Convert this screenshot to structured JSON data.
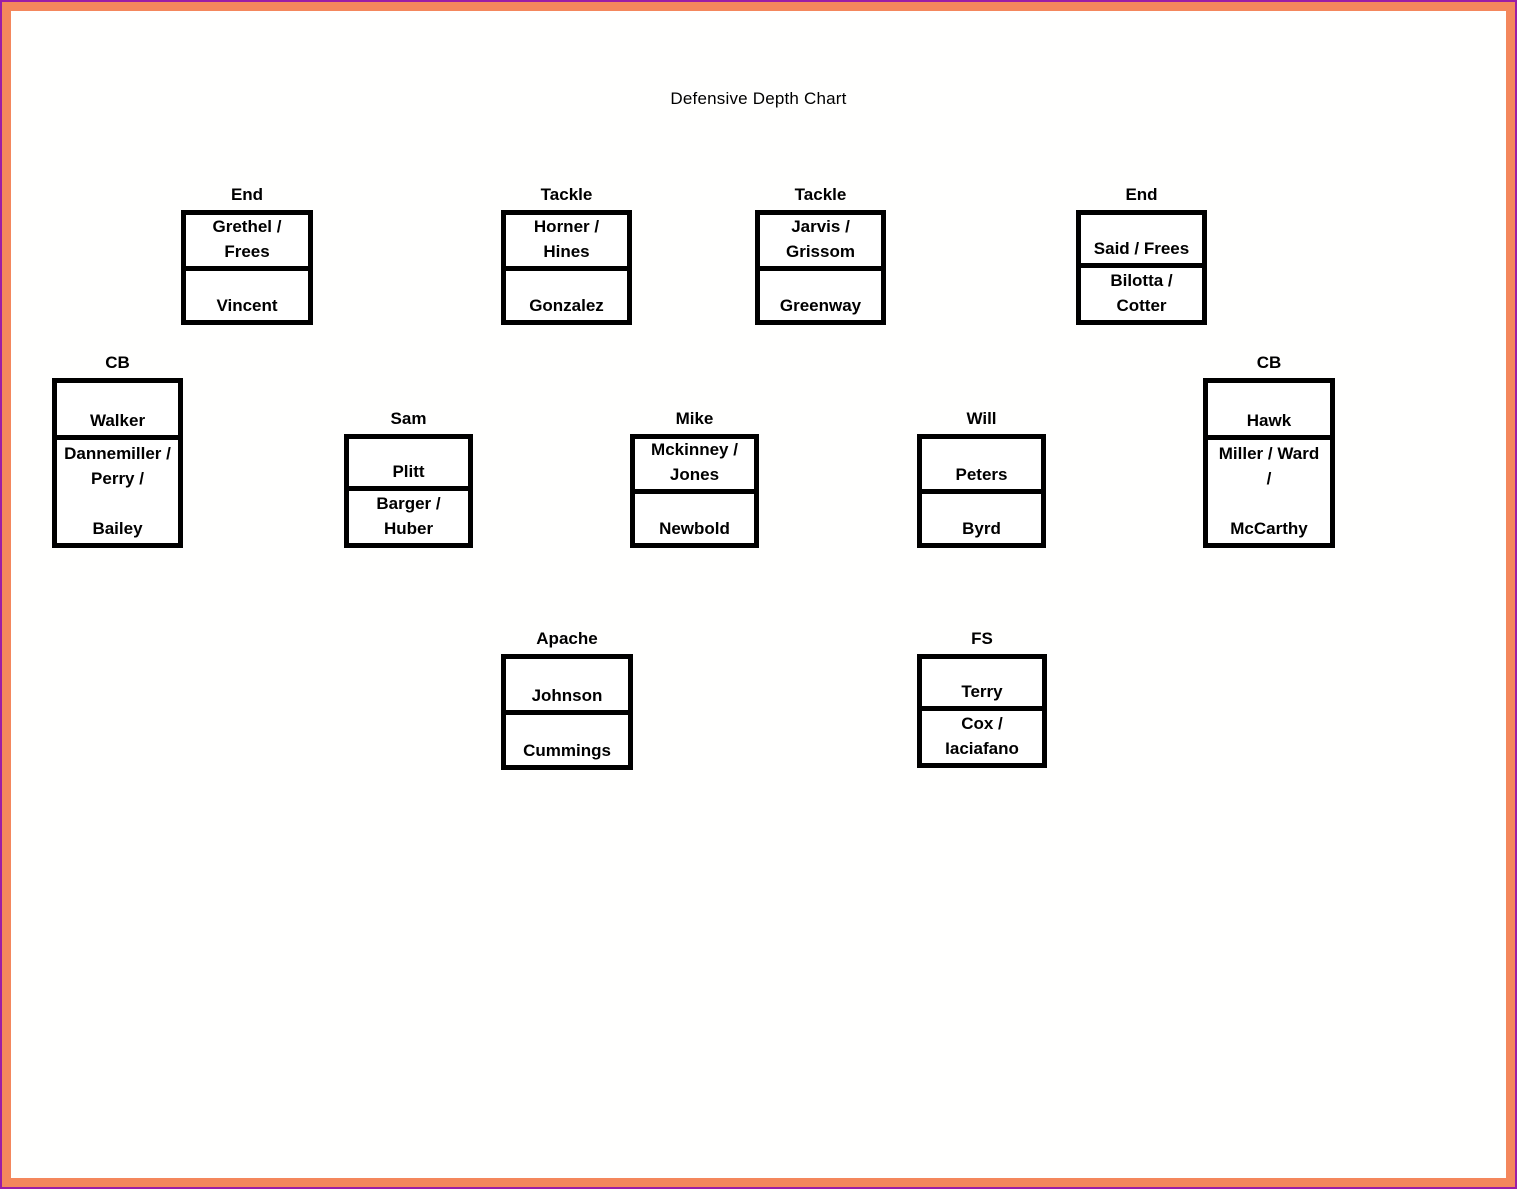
{
  "title": "Defensive Depth Chart",
  "colors": {
    "page_border_outer": "#9B1EA5",
    "page_border_inner": "#F4875C",
    "box_border": "#000000",
    "page_background": "#FFFFFF",
    "text": "#000000"
  },
  "positions": [
    {
      "id": "end-left",
      "label": "End",
      "starter_lines": [
        "Grethel /",
        "Frees"
      ],
      "backup_lines": [
        "Vincent"
      ]
    },
    {
      "id": "tackle-left",
      "label": "Tackle",
      "starter_lines": [
        "Horner /",
        "Hines"
      ],
      "backup_lines": [
        "Gonzalez"
      ]
    },
    {
      "id": "tackle-right",
      "label": "Tackle",
      "starter_lines": [
        "Jarvis /",
        "Grissom"
      ],
      "backup_lines": [
        "Greenway"
      ]
    },
    {
      "id": "end-right",
      "label": "End",
      "starter_lines": [
        "Said / Frees"
      ],
      "backup_lines": [
        "Bilotta /",
        "Cotter"
      ]
    },
    {
      "id": "cb-left",
      "label": "CB",
      "starter_lines": [
        "Walker"
      ],
      "backup_lines": [
        "Dannemiller /",
        "Perry /",
        "",
        "Bailey"
      ]
    },
    {
      "id": "sam",
      "label": "Sam",
      "starter_lines": [
        "Plitt"
      ],
      "backup_lines": [
        "Barger /",
        "Huber"
      ]
    },
    {
      "id": "mike",
      "label": "Mike",
      "starter_lines": [
        "Mckinney /",
        "Jones"
      ],
      "backup_lines": [
        "Newbold"
      ]
    },
    {
      "id": "will",
      "label": "Will",
      "starter_lines": [
        "Peters"
      ],
      "backup_lines": [
        "Byrd"
      ]
    },
    {
      "id": "cb-right",
      "label": "CB",
      "starter_lines": [
        "Hawk"
      ],
      "backup_lines": [
        "Miller / Ward",
        "/",
        "",
        "McCarthy"
      ]
    },
    {
      "id": "apache",
      "label": "Apache",
      "starter_lines": [
        "Johnson"
      ],
      "backup_lines": [
        "Cummings"
      ]
    },
    {
      "id": "fs",
      "label": "FS",
      "starter_lines": [
        "Terry"
      ],
      "backup_lines": [
        "Cox /",
        "Iaciafano"
      ]
    }
  ]
}
